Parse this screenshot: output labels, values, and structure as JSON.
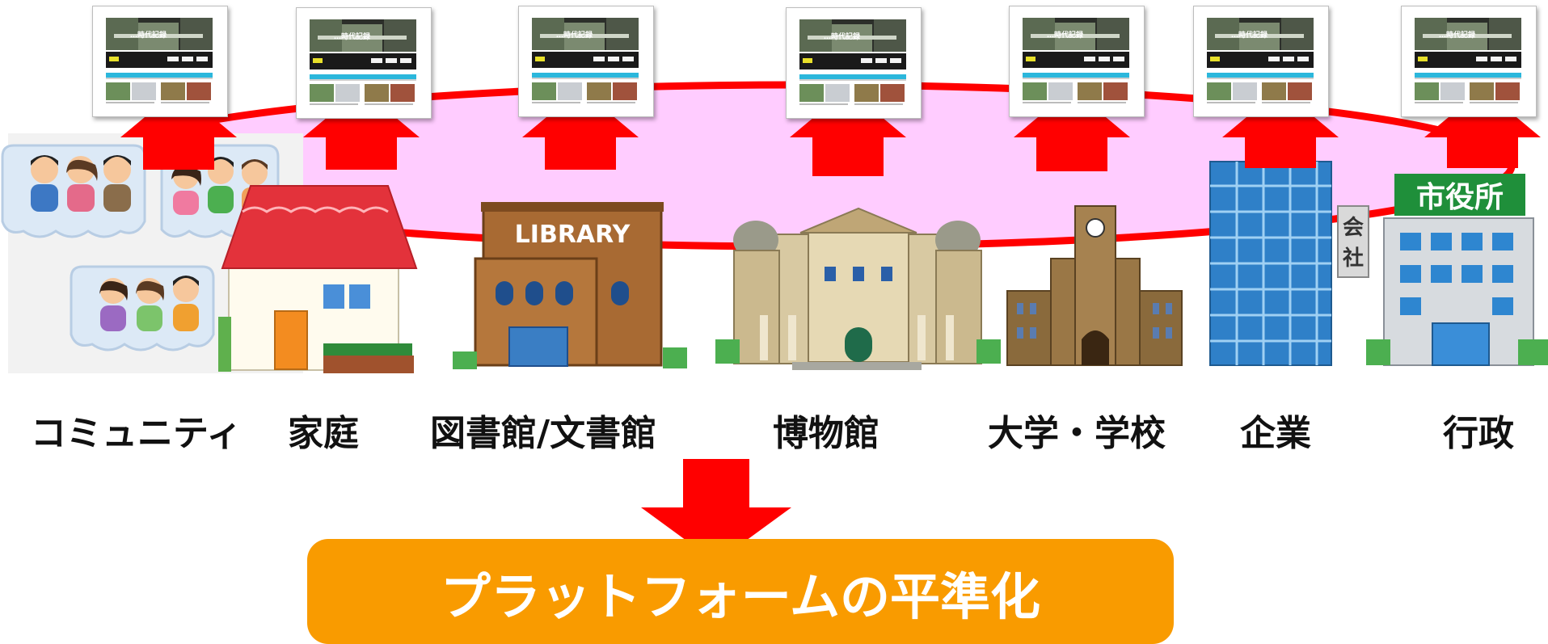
{
  "categories": [
    {
      "id": "community",
      "label": "コミュニティ"
    },
    {
      "id": "home",
      "label": "家庭"
    },
    {
      "id": "library",
      "label": "図書館/文書館"
    },
    {
      "id": "museum",
      "label": "博物館"
    },
    {
      "id": "university",
      "label": "大学・学校"
    },
    {
      "id": "company",
      "label": "企業"
    },
    {
      "id": "government",
      "label": "行政"
    }
  ],
  "signs": {
    "library": "LIBRARY",
    "company": "会社",
    "city_hall": "市役所"
  },
  "thumbnail": {
    "site_name": "…時代記録"
  },
  "result_label": "プラットフォームの平準化",
  "colors": {
    "ring": "#ff0000",
    "ring_fill": "#ffccff",
    "arrow": "#ff0000",
    "result_box": "#f99b00",
    "result_text": "#ffffff"
  }
}
